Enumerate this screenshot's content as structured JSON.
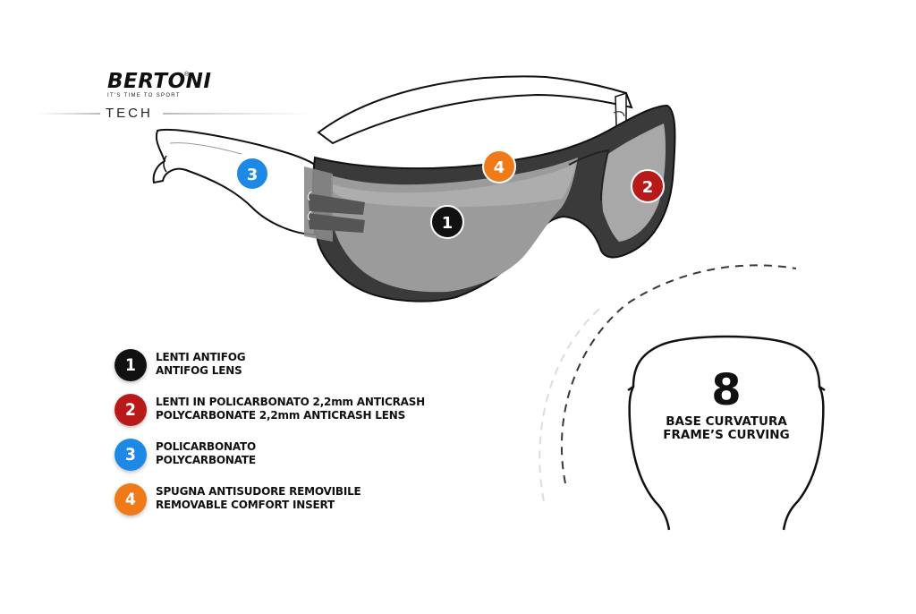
{
  "brand": {
    "name": "BERTONI",
    "registered": "®",
    "tagline": "IT'S TIME TO SPORT",
    "subline": "TECH"
  },
  "callouts": [
    {
      "number": "1",
      "color": "#111111"
    },
    {
      "number": "2",
      "color": "#b81a1a"
    },
    {
      "number": "3",
      "color": "#1e88e5"
    },
    {
      "number": "4",
      "color": "#f07a17"
    }
  ],
  "legend": [
    {
      "number": "1",
      "color": "#111111",
      "line1": "LENTI ANTIFOG",
      "line2": "ANTIFOG LENS"
    },
    {
      "number": "2",
      "color": "#b81a1a",
      "line1": "LENTI IN POLICARBONATO 2,2mm ANTICRASH",
      "line2": "POLYCARBONATE 2,2mm ANTICRASH LENS"
    },
    {
      "number": "3",
      "color": "#1e88e5",
      "line1": "POLICARBONATO",
      "line2": "POLYCARBONATE"
    },
    {
      "number": "4",
      "color": "#f07a17",
      "line1": "SPUGNA ANTISUDORE REMOVIBILE",
      "line2": "REMOVABLE COMFORT INSERT"
    }
  ],
  "curvature": {
    "value": "8",
    "line1": "BASE CURVATURA",
    "line2": "FRAME’S CURVING"
  }
}
